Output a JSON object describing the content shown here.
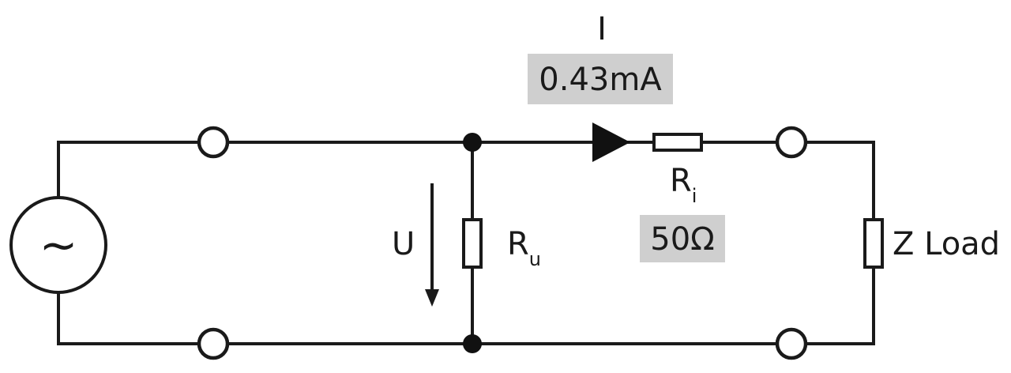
{
  "current": {
    "symbol": "I",
    "value": "0.43mA"
  },
  "voltage": {
    "symbol": "U"
  },
  "source": {
    "glyph": "~"
  },
  "resistor_u": {
    "symbol": "R",
    "subscript": "u"
  },
  "resistor_i": {
    "symbol": "R",
    "subscript": "i",
    "value": "50Ω"
  },
  "load": {
    "label": "Z Load"
  },
  "colors": {
    "wire": "#1a1a1a",
    "value_highlight": "#cfcfcf",
    "background": "#ffffff"
  }
}
